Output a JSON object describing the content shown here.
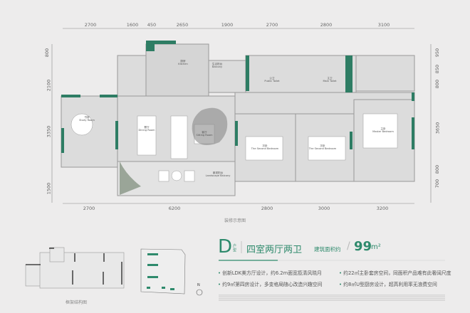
{
  "dimensions": {
    "top": [
      "2700",
      "1600",
      "450",
      "2650",
      "1900",
      "2700",
      "2800",
      "3100"
    ],
    "bottom": [
      "2700",
      "6200",
      "2800",
      "3000",
      "3200"
    ],
    "left": [
      "800",
      "2100",
      "3350",
      "1500"
    ],
    "right": [
      "950",
      "850",
      "800",
      "3650",
      "800",
      "700"
    ]
  },
  "rooms": {
    "kitchen": {
      "cn": "厨房",
      "en": "Kitchen"
    },
    "utility_balcony": {
      "cn": "生活阳台",
      "en": "Balcony"
    },
    "public_toilet": {
      "cn": "公卫",
      "en": "Public Toilet"
    },
    "main_toilet": {
      "cn": "主卫",
      "en": "Main Toilet"
    },
    "study": {
      "cn": "书房",
      "en": "Study Room"
    },
    "dining": {
      "cn": "餐厅",
      "en": "Dining Room"
    },
    "sitting": {
      "cn": "客厅",
      "en": "Sitting Room"
    },
    "landscape_balcony": {
      "cn": "景观阳台",
      "en": "Landscape Balcony"
    },
    "second_bedroom_1": {
      "cn": "次卧",
      "en": "The Second Bedroom"
    },
    "second_bedroom_2": {
      "cn": "次卧",
      "en": "The Second Bedroom"
    },
    "master_bedroom": {
      "cn": "主卧",
      "en": "Master Bedroom"
    }
  },
  "captions": {
    "decor": "装修示意图",
    "frame": "框架结构图"
  },
  "unit": {
    "letter": "D",
    "type_label": "户型",
    "layout": "四室两厅两卫",
    "area_label": "建筑面积约",
    "slash": "/",
    "area_value": "99",
    "area_unit": "m²"
  },
  "features": [
    "创新LDK美方厅设计，约6.2m面宽揽清风晓月",
    "约22㎡主卧套房空间，同面积产品难有此奢阔尺度",
    "约9㎡第四房设计，多变格局随心改造兴趣空间",
    "约8㎡U型厨房设计，超高利用率无浪费空间"
  ],
  "north_label": "N",
  "colors": {
    "accent": "#2e8a6c",
    "wall": "#8a8a8a",
    "floor": "#dcdcdc",
    "background": "#edecec"
  }
}
